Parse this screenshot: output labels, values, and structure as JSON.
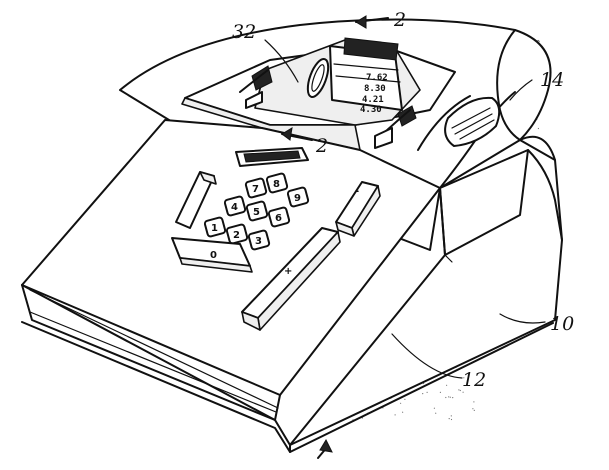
{
  "labels": {
    "ref_32": "32",
    "ref_2_top": "2",
    "ref_2_mid": "2",
    "ref_14": "14",
    "ref_10": "10",
    "ref_12": "12"
  },
  "keypad": {
    "keys": [
      "7",
      "8",
      "9",
      "4",
      "5",
      "6",
      "1",
      "2",
      "3"
    ],
    "zero_label": "0",
    "plus_label": "+",
    "minus_label": "-"
  },
  "tape": {
    "lines": [
      "7.62",
      "8.30",
      "4.21",
      "4.30"
    ]
  }
}
